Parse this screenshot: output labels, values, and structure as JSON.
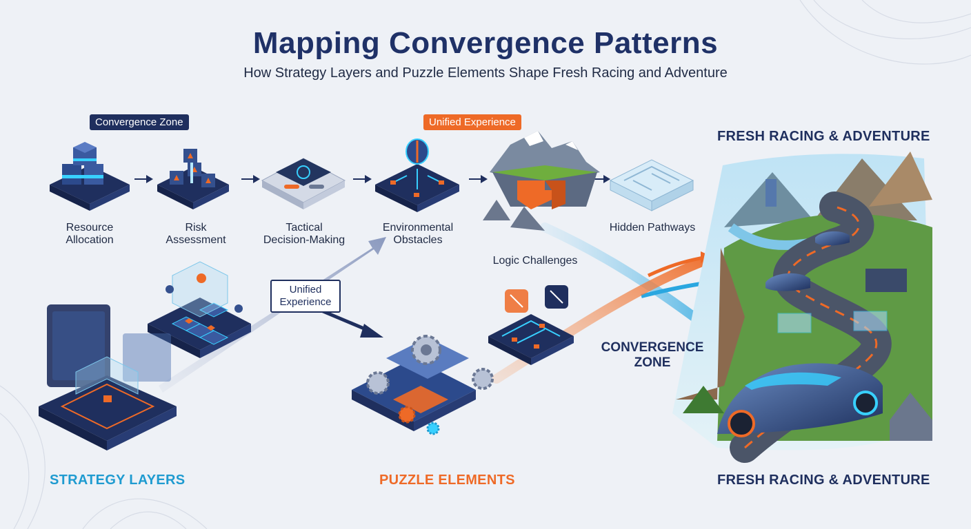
{
  "header": {
    "title": "Mapping Convergence Patterns",
    "subtitle": "How Strategy Layers and Puzzle Elements Shape Fresh Racing and Adventure"
  },
  "tags": {
    "convergence_zone": "Convergence Zone",
    "unified_experience_top": "Unified Experience",
    "unified_experience_mid": [
      "Unified",
      "Experience"
    ]
  },
  "nodes": [
    {
      "id": "resource-allocation",
      "lines": [
        "Resource",
        "Allocation"
      ],
      "icon": "server-stack-icon"
    },
    {
      "id": "risk-assessment",
      "lines": [
        "Risk",
        "Assessment"
      ],
      "icon": "risk-cubes-icon"
    },
    {
      "id": "tactical-decision-making",
      "lines": [
        "Tactical",
        "Decision-Making"
      ],
      "icon": "device-panel-icon"
    },
    {
      "id": "environmental-obstacles",
      "lines": [
        "Environmental",
        "Obstacles"
      ],
      "icon": "brain-circuit-icon"
    },
    {
      "id": "logic-challenges",
      "lines": [
        "Logic Challenges"
      ],
      "icon": "mountain-puzzle-icon"
    },
    {
      "id": "hidden-pathways",
      "lines": [
        "Hidden Pathways"
      ],
      "icon": "glass-maze-icon"
    }
  ],
  "sections": {
    "strategy": "STRATEGY LAYERS",
    "puzzle": "PUZZLE ELEMENTS",
    "racing_top": "FRESH RACING & ADVENTURE",
    "racing_bottom": "FRESH RACING & ADVENTURE"
  },
  "convergence_zone_label": [
    "CONVERGENCE",
    "ZONE"
  ],
  "colors": {
    "navy": "#1f2f5e",
    "teal": "#1f9bd0",
    "orange": "#ee6a27",
    "background": "#eef1f6"
  }
}
